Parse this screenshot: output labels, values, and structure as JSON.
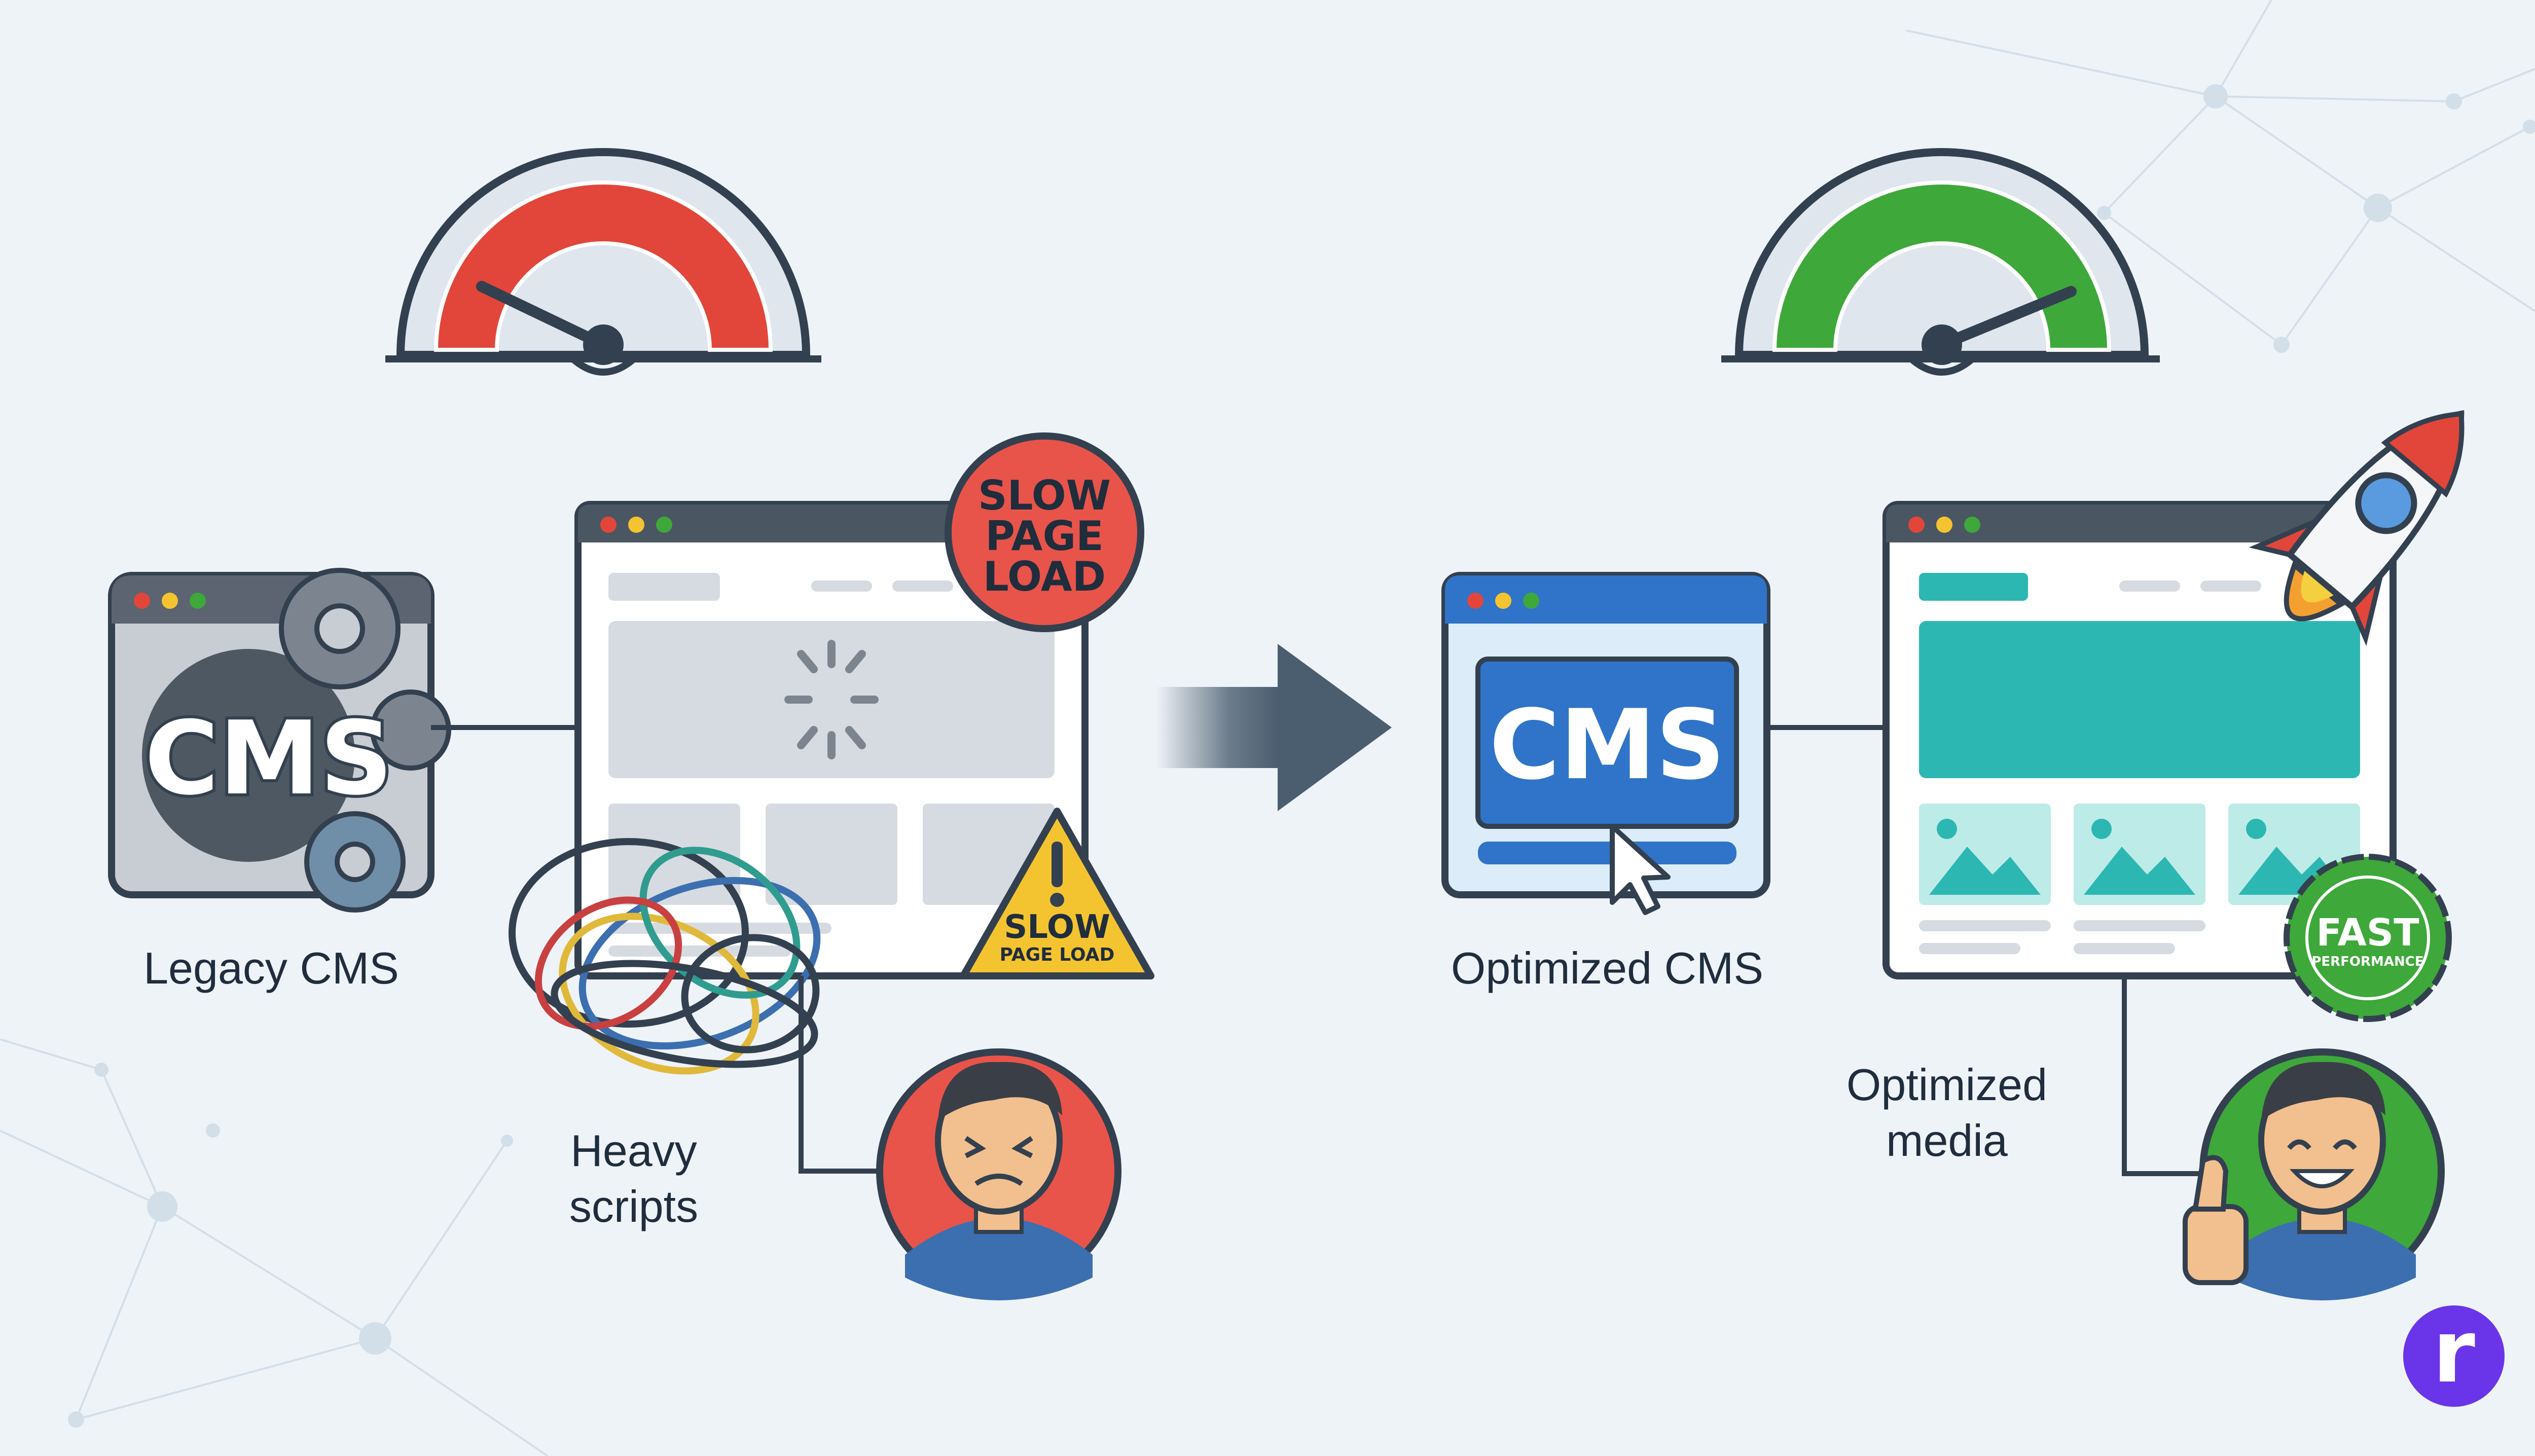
{
  "labels": {
    "legacy_cms": "Legacy CMS",
    "optimized_cms": "Optimized CMS",
    "heavy_scripts_line1": "Heavy",
    "heavy_scripts_line2": "scripts",
    "optimized_media_line1": "Optimized",
    "optimized_media_line2": "media"
  },
  "legacy_cms_icon_text": "CMS",
  "optimized_cms_icon_text": "CMS",
  "slow_badge": {
    "line1": "SLOW",
    "line2": "PAGE",
    "line3": "LOAD"
  },
  "slow_warning": {
    "line1": "SLOW",
    "line2": "PAGE LOAD"
  },
  "fast_badge": {
    "line1": "FAST",
    "line2": "PERFORMANCE"
  },
  "brand_logo_letter": "r",
  "colors": {
    "background": "#eef3f8",
    "outline": "#33404f",
    "slow_red": "#e2463a",
    "fast_green": "#3ea83a",
    "cms_blue": "#2f74c8",
    "teal": "#2db7b2",
    "warning_yellow": "#f4c430",
    "brand_purple": "#6a35e8"
  },
  "icons": [
    "speedometer-slow-icon",
    "speedometer-fast-icon",
    "gear-icon",
    "loading-spinner-icon",
    "tangled-wires-icon",
    "warning-triangle-icon",
    "arrow-right-icon",
    "cursor-icon",
    "rocket-icon",
    "image-icon",
    "sad-face-icon",
    "happy-face-icon",
    "thumbs-up-icon",
    "brand-logo-icon"
  ]
}
